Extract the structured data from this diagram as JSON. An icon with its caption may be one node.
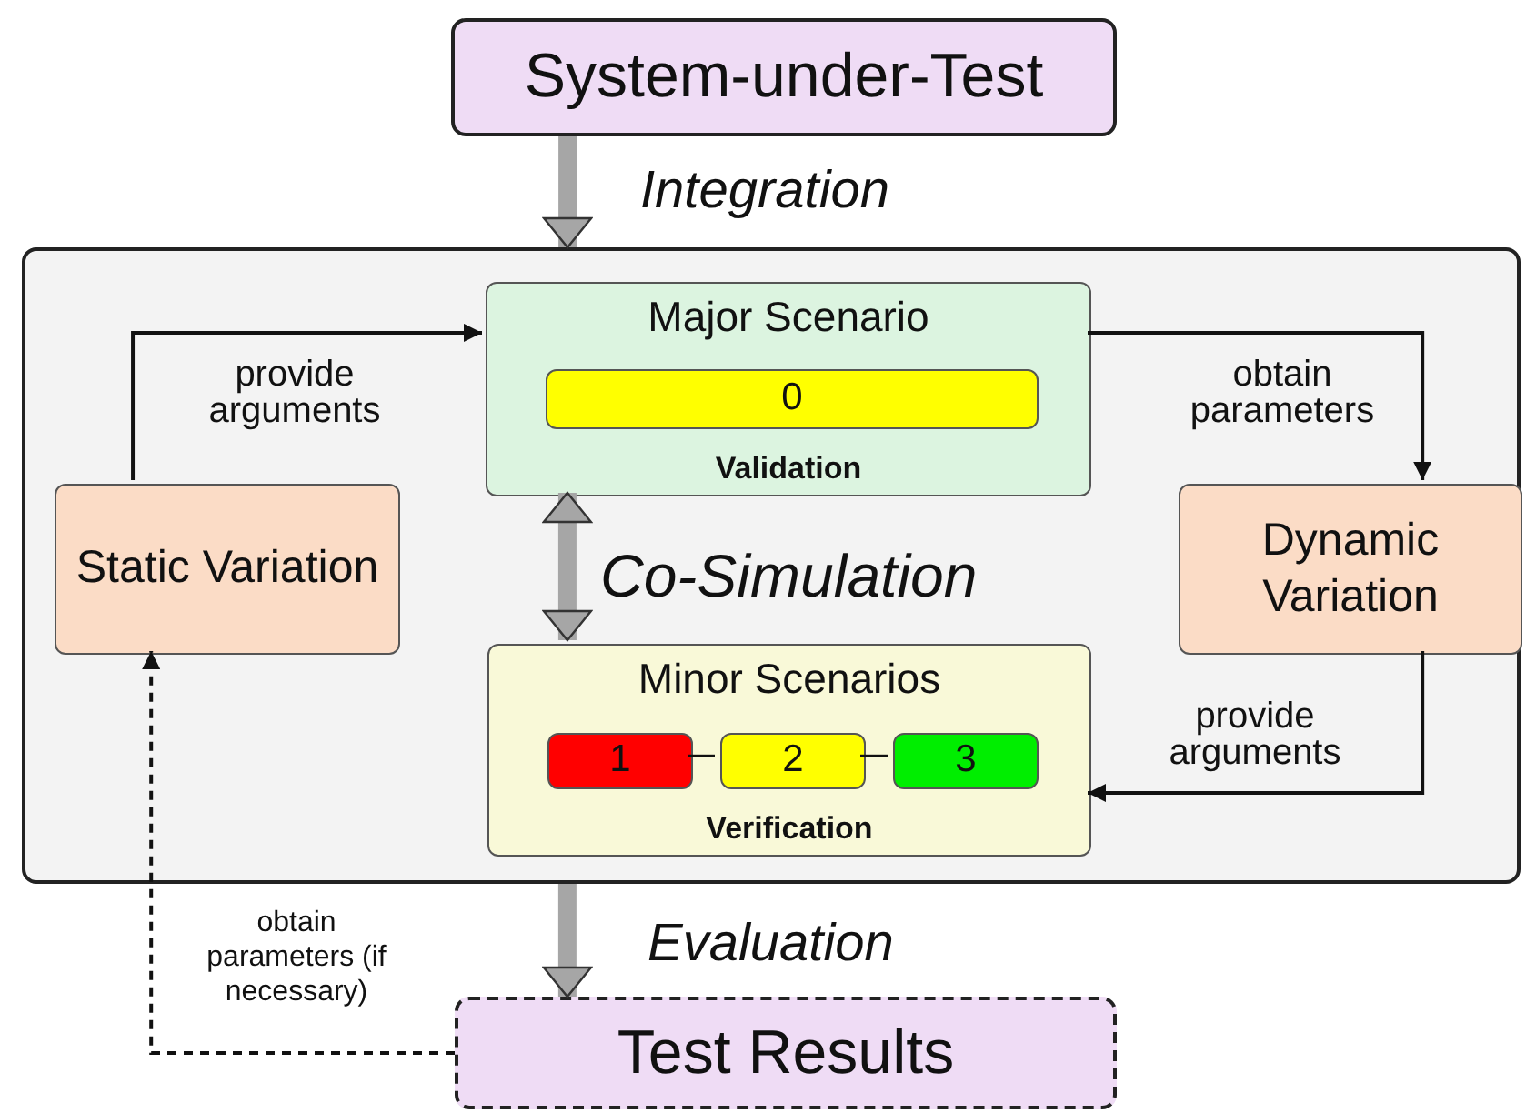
{
  "diagram": {
    "nodes": [
      {
        "text": [
          "System-under-Test"
        ]
      },
      {
        "text": [],
        "shape": "box"
      },
      {
        "text": [
          "Major Scenario",
          "Validation"
        ],
        "in": 1
      },
      {
        "text": [
          "0"
        ],
        "in": 2
      },
      {
        "text": [
          "Static Variation"
        ],
        "in": 1
      },
      {
        "text": [
          "Dynamic Variation"
        ],
        "in": 1
      },
      {
        "text": [
          "Minor Scenarios",
          "Verification"
        ],
        "in": 1
      },
      {
        "text": [
          "1"
        ],
        "in": 6
      },
      {
        "text": [
          "2"
        ],
        "in": 6
      },
      {
        "text": [
          "3"
        ],
        "in": 6
      },
      {
        "text": [
          "Test Results"
        ]
      }
    ],
    "edges": [
      {
        "from": 0,
        "to": 1,
        "arrow": "to",
        "label": "Integration",
        "style": "thick",
        "color": "#a6a6a6"
      },
      {
        "from": 2,
        "to": 6,
        "arrow": "both",
        "label": "Co-Simulation",
        "style": "thick",
        "color": "#a6a6a6"
      },
      {
        "from": 4,
        "to": 2,
        "arrow": "to",
        "label": "provide arguments"
      },
      {
        "from": 2,
        "to": 5,
        "arrow": "to",
        "label": "obtain parameters"
      },
      {
        "from": 5,
        "to": 6,
        "arrow": "to",
        "label": "provide arguments"
      },
      {
        "from": 10,
        "to": 4,
        "arrow": "to",
        "label": "obtain parameters (if necessary)",
        "style": "dashed"
      },
      {
        "from": 1,
        "to": 10,
        "arrow": "to",
        "label": "Evaluation",
        "style": "thick",
        "color": "#a6a6a6"
      },
      {
        "from": 7,
        "to": 8,
        "arrow": "none"
      },
      {
        "from": 8,
        "to": 9,
        "arrow": "none"
      }
    ]
  }
}
